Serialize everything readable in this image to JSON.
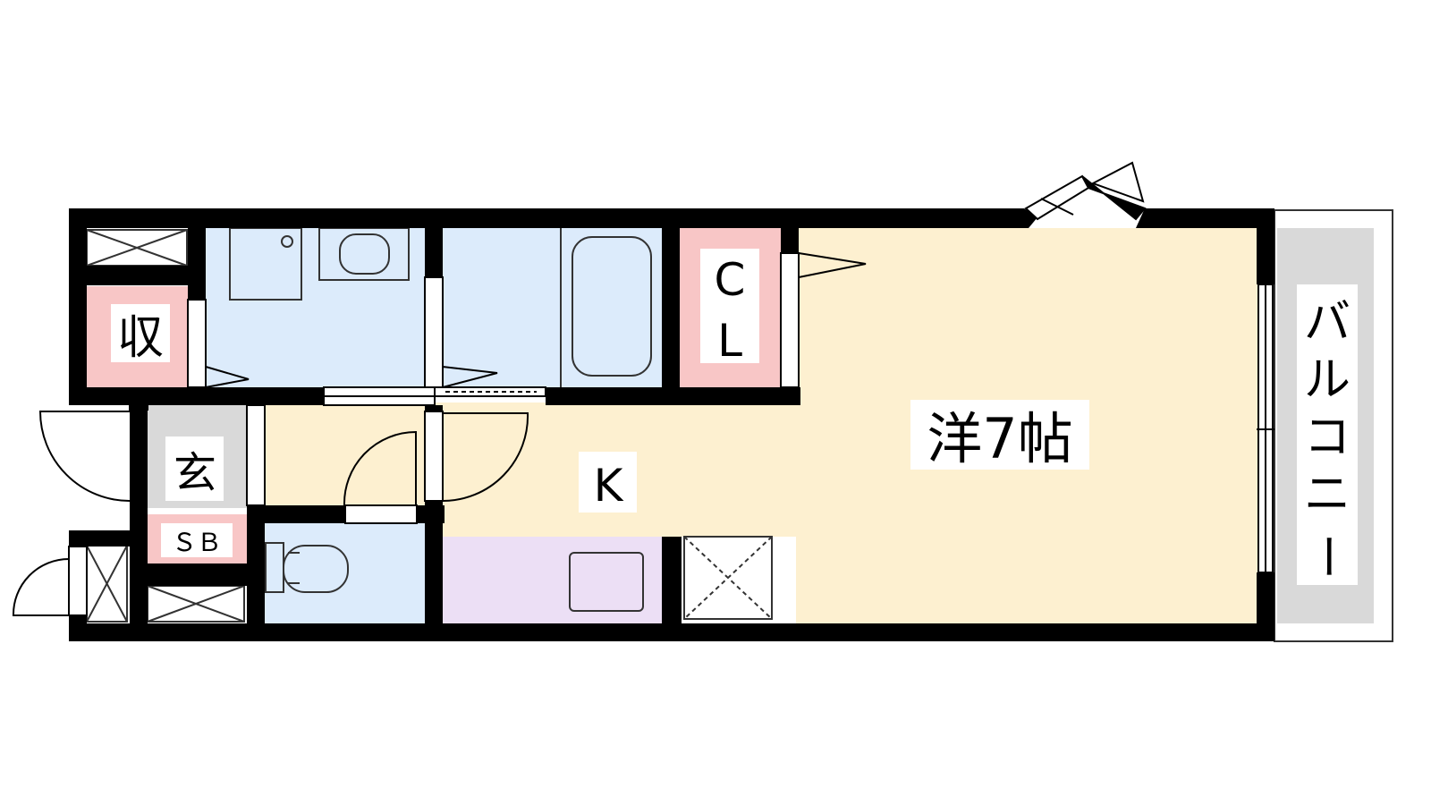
{
  "colors": {
    "wall": "#000000",
    "living": "#fdf0d0",
    "storage": "#f8c6c6",
    "wet": "#dcebfb",
    "kitchen": "#ecdff5",
    "entry": "#d9d9d9",
    "balcony": "#d9d9d9",
    "line": "#333333"
  },
  "labels": {
    "storage": "収",
    "closet_c": "C",
    "closet_l": "L",
    "entrance": "玄",
    "shoe_box": "ＳＢ",
    "kitchen": "K",
    "western_room": "洋7帖",
    "balcony": [
      "バ",
      "ル",
      "コ",
      "ニ",
      "ー"
    ]
  }
}
